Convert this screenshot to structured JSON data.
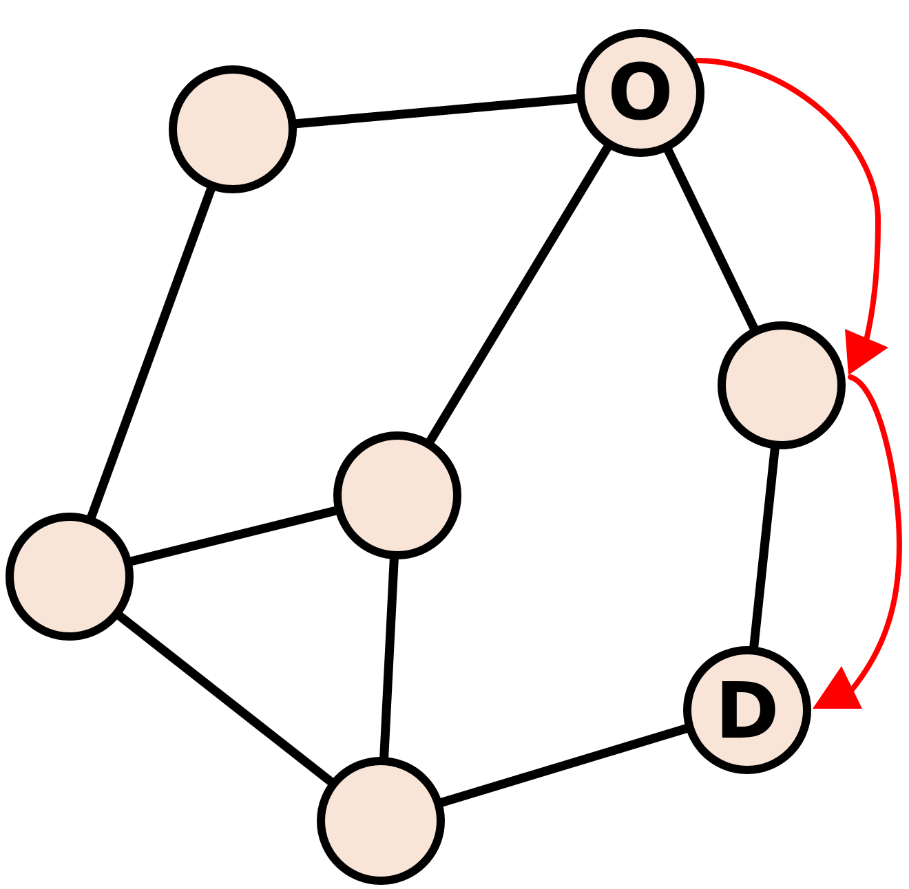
{
  "colors": {
    "node_fill": "#f9e5d8",
    "outline": "#000000",
    "route": "#ff0000",
    "background": "#ffffff"
  },
  "nodes": [
    {
      "id": "o",
      "label": "O",
      "role": "origin"
    },
    {
      "id": "top-left",
      "label": ""
    },
    {
      "id": "right",
      "label": ""
    },
    {
      "id": "center",
      "label": ""
    },
    {
      "id": "left",
      "label": ""
    },
    {
      "id": "bottom",
      "label": ""
    },
    {
      "id": "d",
      "label": "D",
      "role": "destination"
    }
  ],
  "edges": [
    [
      "top-left",
      "o"
    ],
    [
      "o",
      "center"
    ],
    [
      "o",
      "right"
    ],
    [
      "top-left",
      "left"
    ],
    [
      "left",
      "center"
    ],
    [
      "left",
      "bottom"
    ],
    [
      "center",
      "bottom"
    ],
    [
      "right",
      "d"
    ],
    [
      "bottom",
      "d"
    ]
  ],
  "route": [
    "o",
    "right",
    "d"
  ]
}
